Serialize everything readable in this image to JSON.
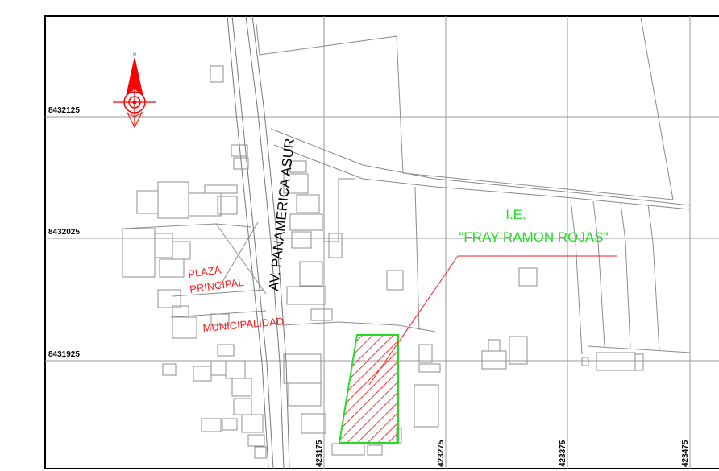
{
  "map": {
    "north_arrow": {
      "label": "N",
      "icon": "north-arrow-icon",
      "color": "#ff0000"
    },
    "grid": {
      "northing_labels": [
        "8432125",
        "8432025",
        "8431925"
      ],
      "easting_labels": [
        "423175",
        "423275",
        "423375",
        "423475"
      ]
    },
    "road": {
      "label": "AV. PANAMERICA ASUR"
    },
    "places": {
      "plaza_line1": "PLAZA",
      "plaza_line2": "PRINCIPAL",
      "municipality": "MUNICIPALIDAD"
    },
    "school": {
      "line1": "I.E.",
      "line2": "\"FRAY RAMON ROJAS\""
    },
    "colors": {
      "highlight_red": "#ff0000",
      "school_green": "#22dd22",
      "grid_line": "#9a9a9a",
      "parcel_line": "#8c8c8c",
      "frame": "#000000"
    }
  }
}
